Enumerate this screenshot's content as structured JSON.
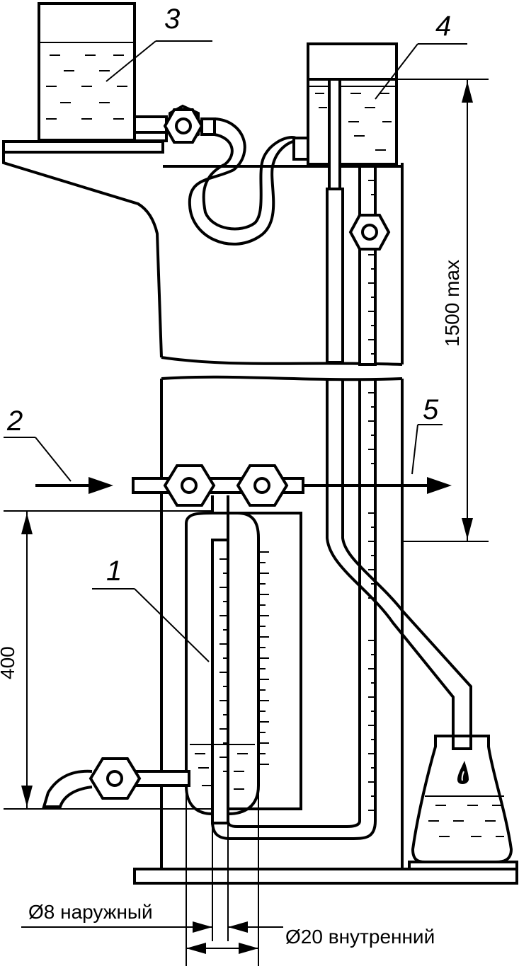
{
  "labels": {
    "one": "1",
    "two": "2",
    "three": "3",
    "four": "4",
    "five": "5"
  },
  "dimensions": {
    "height_max": "1500 max",
    "height_400": "400",
    "outer_diameter": "Ø8 наружный",
    "inner_diameter": "Ø20 внутренний"
  },
  "colors": {
    "stroke": "#000000",
    "background": "#ffffff"
  }
}
